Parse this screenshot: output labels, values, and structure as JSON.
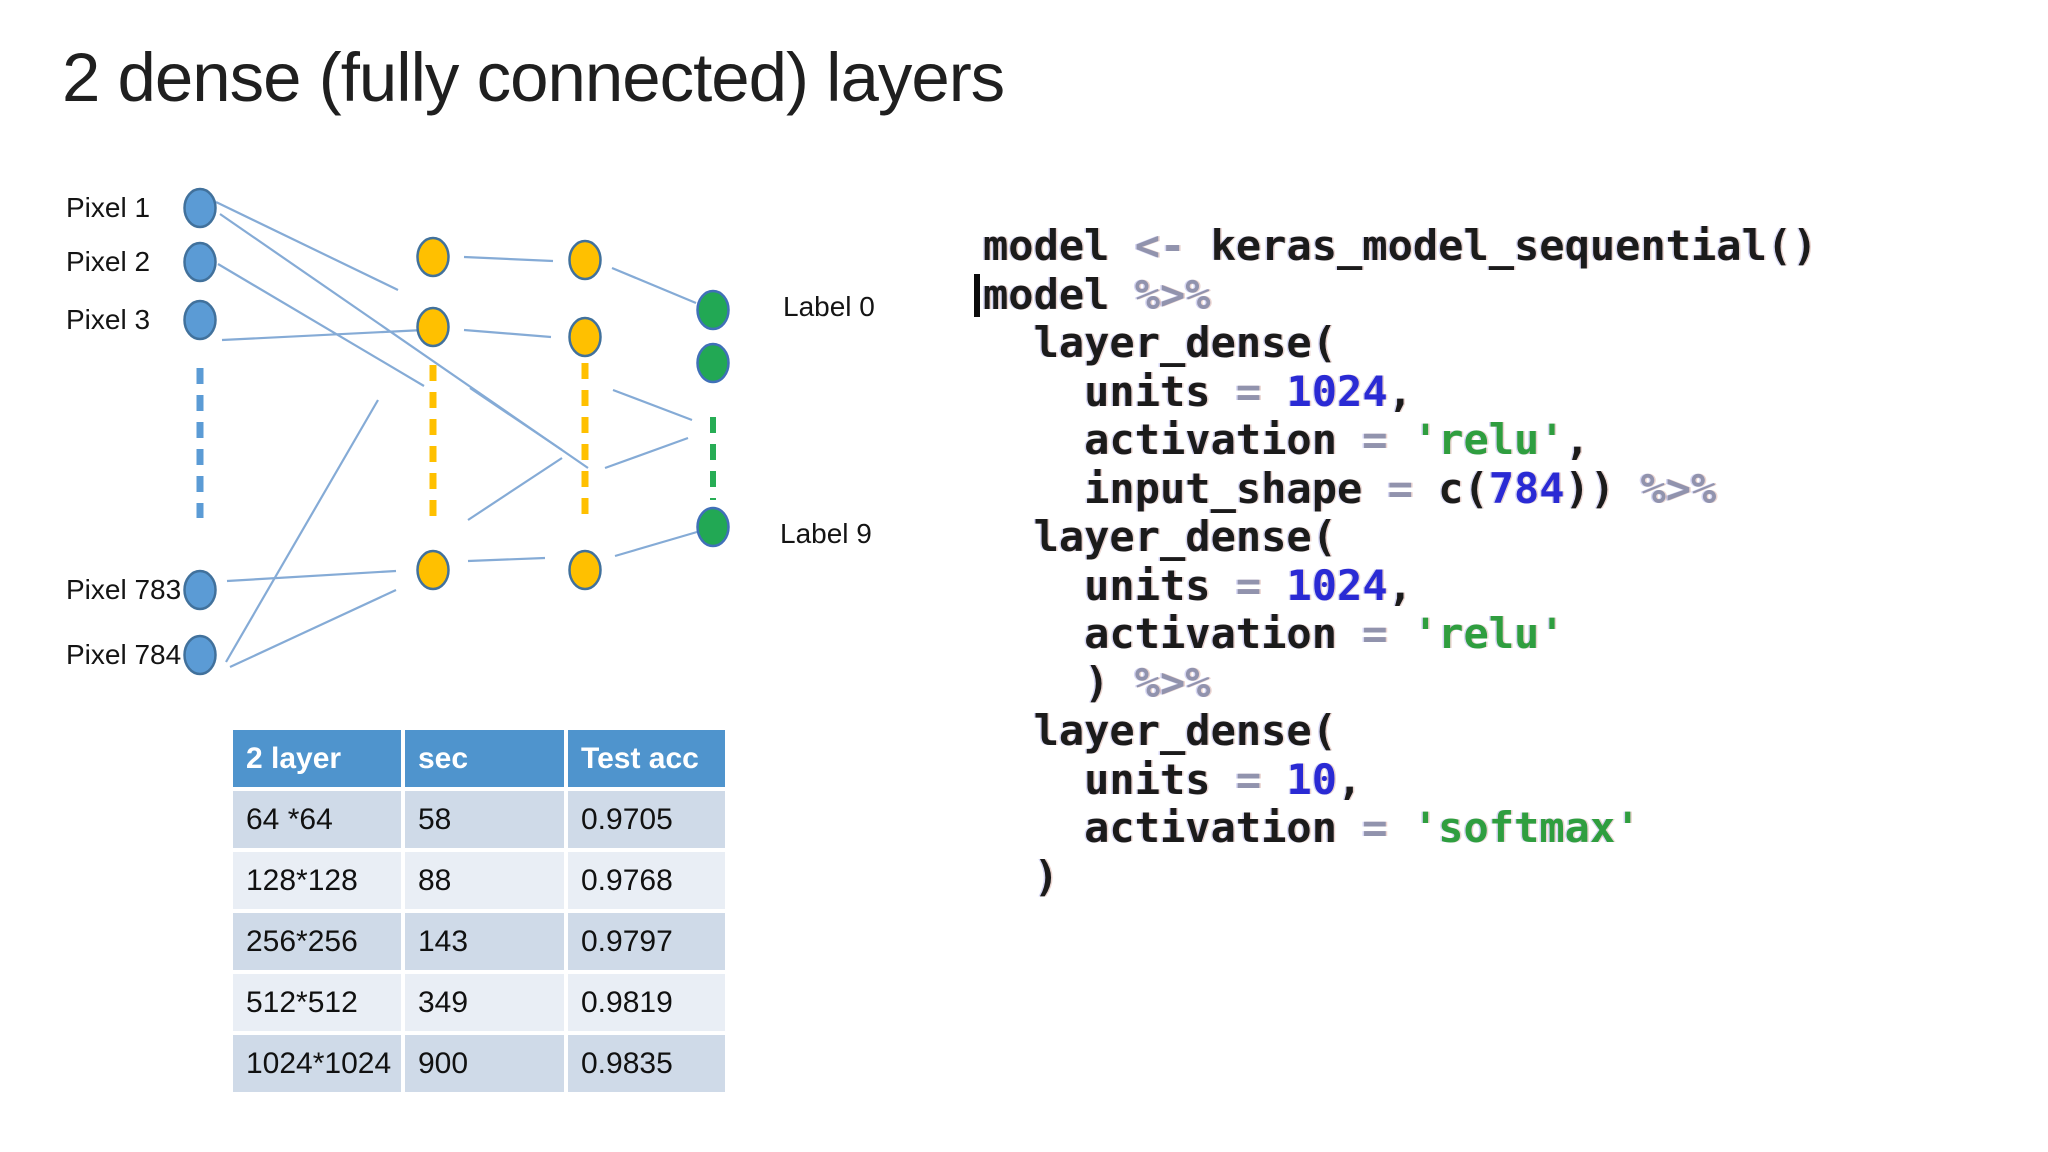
{
  "slide": {
    "title": "2 dense (fully connected) layers"
  },
  "diagram": {
    "input_labels": [
      "Pixel 1",
      "Pixel 2",
      "Pixel 3",
      "Pixel 783",
      "Pixel 784"
    ],
    "output_labels": [
      "Label 0",
      "Label 9"
    ],
    "colors": {
      "node_input_fill": "#5b9bd5",
      "node_input_stroke": "#41719c",
      "node_hidden_fill": "#ffc000",
      "node_hidden_stroke": "#41719c",
      "node_output_fill": "#22a854",
      "node_output_stroke": "#4070b8",
      "edge": "#85abd6",
      "dash_input": "#5b9bd5",
      "dash_hidden": "#ffc000",
      "dash_output": "#27ad55"
    }
  },
  "table": {
    "headers": [
      "2 layer",
      "sec",
      "Test acc"
    ],
    "rows": [
      [
        "64 *64",
        "58",
        "0.9705"
      ],
      [
        "128*128",
        "88",
        "0.9768"
      ],
      [
        "256*256",
        "143",
        "0.9797"
      ],
      [
        "512*512",
        "349",
        "0.9819"
      ],
      [
        "1024*1024",
        "900",
        "0.9835"
      ]
    ],
    "colors": {
      "header_bg": "#4f94cd",
      "row_odd": "#cfdae8",
      "row_even": "#e9eef5"
    }
  },
  "code": {
    "colors": {
      "text": "#1b1b1b",
      "operator": "#9193ad",
      "number": "#2a2ad4",
      "string": "#2f9e3f"
    },
    "lines": [
      {
        "tokens": [
          {
            "t": "model "
          },
          {
            "t": "<-",
            "c": "op"
          },
          {
            "t": " keras_model_sequential()"
          }
        ]
      },
      {
        "cursor": true,
        "tokens": [
          {
            "t": "model "
          },
          {
            "t": "%>%",
            "c": "op"
          }
        ]
      },
      {
        "tokens": [
          {
            "t": "  layer_dense("
          }
        ]
      },
      {
        "tokens": [
          {
            "t": "    units "
          },
          {
            "t": "=",
            "c": "op"
          },
          {
            "t": " "
          },
          {
            "t": "1024",
            "c": "num"
          },
          {
            "t": ","
          }
        ]
      },
      {
        "tokens": [
          {
            "t": "    activation "
          },
          {
            "t": "=",
            "c": "op"
          },
          {
            "t": " "
          },
          {
            "t": "'relu'",
            "c": "str"
          },
          {
            "t": ","
          }
        ]
      },
      {
        "tokens": [
          {
            "t": "    input_shape "
          },
          {
            "t": "=",
            "c": "op"
          },
          {
            "t": " c("
          },
          {
            "t": "784",
            "c": "num"
          },
          {
            "t": ")) "
          },
          {
            "t": "%>%",
            "c": "op"
          }
        ]
      },
      {
        "tokens": [
          {
            "t": "  layer_dense("
          }
        ]
      },
      {
        "tokens": [
          {
            "t": "    units "
          },
          {
            "t": "=",
            "c": "op"
          },
          {
            "t": " "
          },
          {
            "t": "1024",
            "c": "num"
          },
          {
            "t": ","
          }
        ]
      },
      {
        "tokens": [
          {
            "t": "    activation "
          },
          {
            "t": "=",
            "c": "op"
          },
          {
            "t": " "
          },
          {
            "t": "'relu'",
            "c": "str"
          }
        ]
      },
      {
        "tokens": [
          {
            "t": "    ) "
          },
          {
            "t": "%>%",
            "c": "op"
          }
        ]
      },
      {
        "tokens": [
          {
            "t": "  layer_dense("
          }
        ]
      },
      {
        "tokens": [
          {
            "t": "    units "
          },
          {
            "t": "=",
            "c": "op"
          },
          {
            "t": " "
          },
          {
            "t": "10",
            "c": "num"
          },
          {
            "t": ","
          }
        ]
      },
      {
        "tokens": [
          {
            "t": "    activation "
          },
          {
            "t": "=",
            "c": "op"
          },
          {
            "t": " "
          },
          {
            "t": "'softmax'",
            "c": "str"
          }
        ]
      },
      {
        "tokens": [
          {
            "t": "  )"
          }
        ]
      }
    ]
  }
}
